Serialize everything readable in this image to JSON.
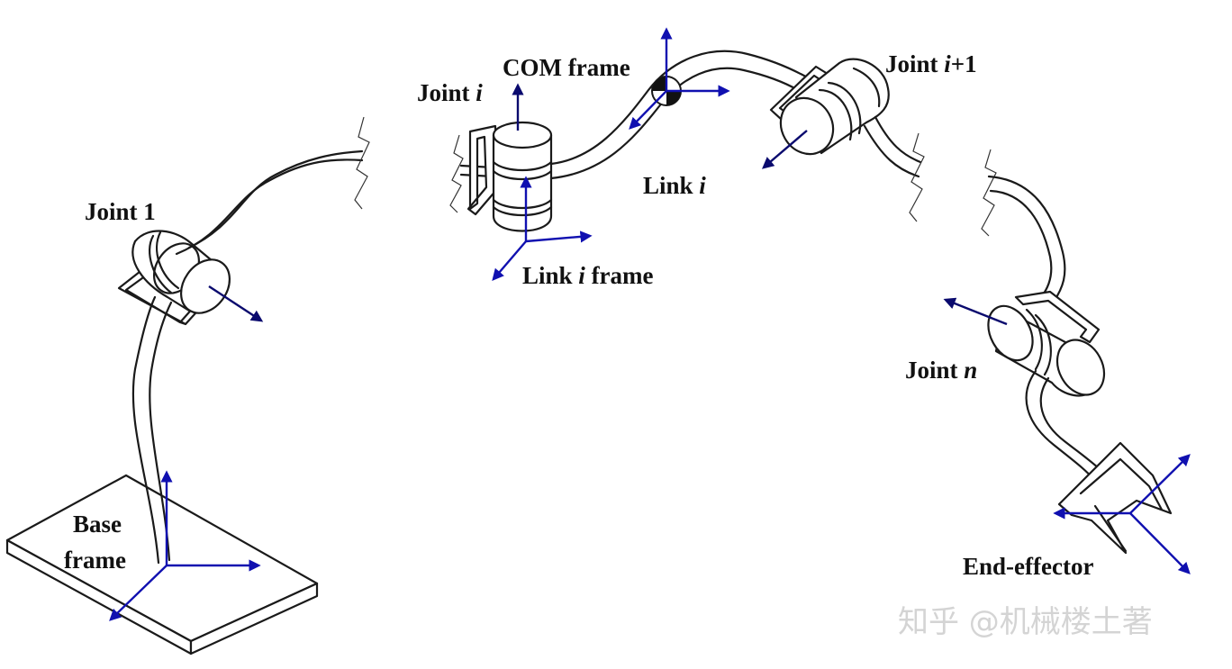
{
  "labels": {
    "joint_1": "Joint 1",
    "joint_i": {
      "prefix": "Joint ",
      "var": "i"
    },
    "com_frame": "COM frame",
    "joint_i_plus_1": {
      "prefix": "Joint ",
      "var": "i",
      "suffix": "+1"
    },
    "link_i": {
      "prefix": "Link ",
      "var": "i"
    },
    "link_i_frame": {
      "prefix": "Link ",
      "var": "i",
      "suffix": " frame"
    },
    "joint_n": {
      "prefix": "Joint ",
      "var": "n"
    },
    "base_frame": {
      "line1": "Base",
      "line2": "frame"
    },
    "end_effector": "End-effector"
  },
  "watermark": "知乎 @机械楼土著",
  "colors": {
    "frame_axis": "#1010b0",
    "joint_axis": "#0a0a6e",
    "outline": "#1a1a1a",
    "watermark": "#d4d4d4"
  }
}
